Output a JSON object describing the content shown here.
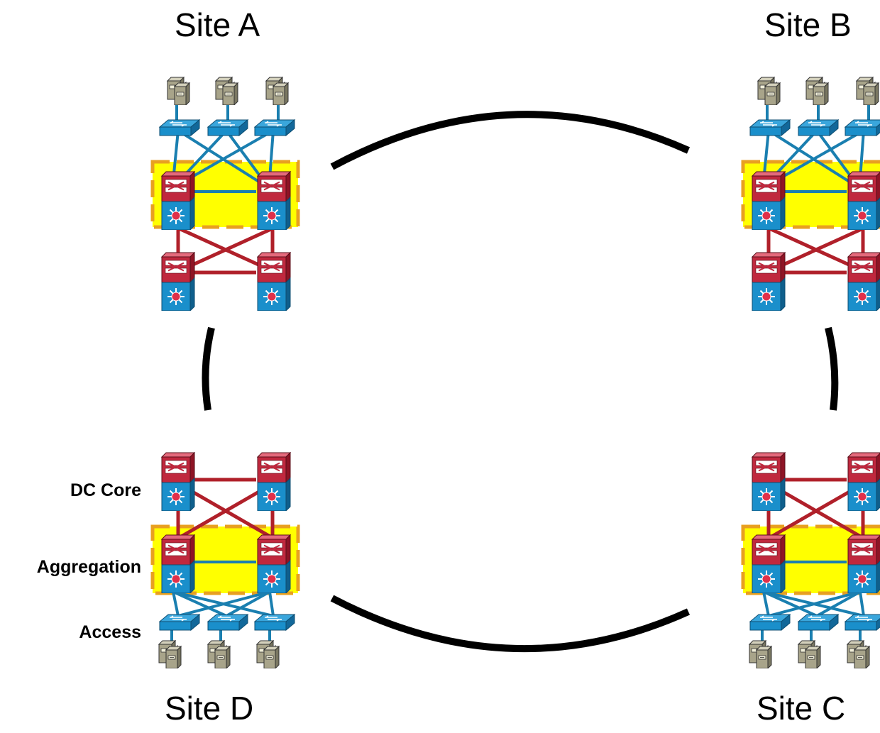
{
  "sites": {
    "a": "Site A",
    "b": "Site B",
    "c": "Site C",
    "d": "Site D"
  },
  "tiers": {
    "core": "DC Core",
    "aggregation": "Aggregation",
    "access": "Access"
  },
  "colors": {
    "ring": "#000000",
    "router_red": "#c0283e",
    "switch_blue": "#1a8fcb",
    "l2_link": "#1a7fb0",
    "l3_link": "#b0202a",
    "aggregation_highlight": "#ffff00",
    "highlight_border": "#e8a020",
    "server": "#a8a48a"
  }
}
